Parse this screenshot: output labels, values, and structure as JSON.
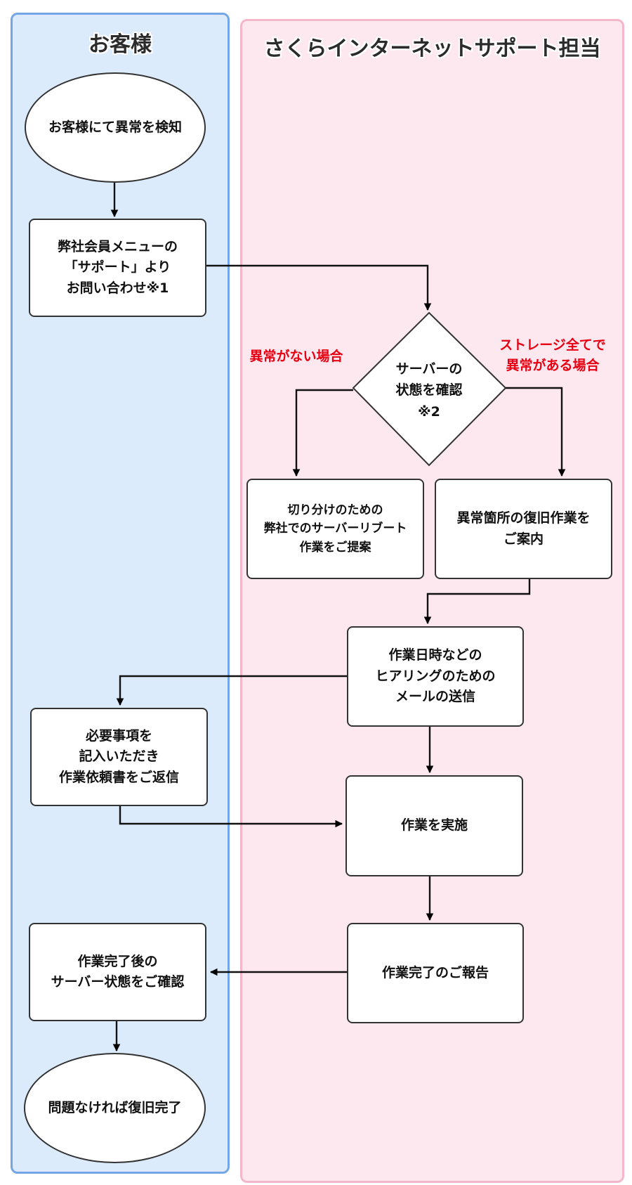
{
  "lanes": {
    "customer": "お客様",
    "support": "さくらインターネットサポート担当"
  },
  "nodes": {
    "detect": "お客様にて異常を検知",
    "inquiry": "弊社会員メニューの\n「サポート」より\nお問い合わせ※1",
    "check_server": "サーバーの\n状態を確認\n※2",
    "propose_reboot": "切り分けのための\n弊社でのサーバーリブート\n作業をご提案",
    "guide_recovery": "異常箇所の復旧作業を\nご案内",
    "send_mail": "作業日時などの\nヒアリングのための\nメールの送信",
    "reply_request": "必要事項を\n記入いただき\n作業依頼書をご返信",
    "execute": "作業を実施",
    "confirm_state": "作業完了後の\nサーバー状態をご確認",
    "report_done": "作業完了のご報告",
    "recovered": "問題なければ復旧完了"
  },
  "edge_labels": {
    "no_anomaly": "異常がない場合",
    "storage_anomaly": "ストレージ全てで\n異常がある場合"
  },
  "colors": {
    "customer_lane_fill": "#dcebfc",
    "customer_lane_border": "#74a6e6",
    "support_lane_fill": "#fde8ef",
    "support_lane_border": "#f5b6c9",
    "edge_label_red": "#e60012"
  }
}
